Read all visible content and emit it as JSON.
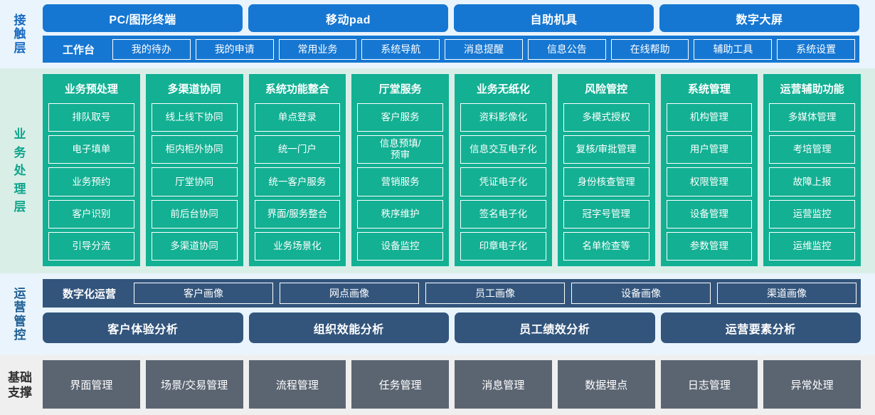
{
  "layers": {
    "contact": {
      "label": "接触层",
      "label_chars": [
        "接",
        "触",
        "层"
      ],
      "accent": "#1677d2",
      "background": "#e9f4fd",
      "channels": [
        "PC/图形终端",
        "移动pad",
        "自助机具",
        "数字大屏"
      ],
      "workbench_title": "工作台",
      "workbench_items": [
        "我的待办",
        "我的申请",
        "常用业务",
        "系统导航",
        "消息提醒",
        "信息公告",
        "在线帮助",
        "辅助工具",
        "系统设置"
      ]
    },
    "business": {
      "label": "业务处理层",
      "label_chars": [
        "业",
        "务",
        "处",
        "理",
        "层"
      ],
      "accent": "#13b093",
      "background": "#daeee8",
      "columns": [
        {
          "title": "业务预处理",
          "items": [
            "排队取号",
            "电子填单",
            "业务预约",
            "客户识别",
            "引导分流"
          ]
        },
        {
          "title": "多渠道协同",
          "items": [
            "线上线下协同",
            "柜内柜外协同",
            "厅堂协同",
            "前后台协同",
            "多渠道协同"
          ]
        },
        {
          "title": "系统功能整合",
          "items": [
            "单点登录",
            "统一门户",
            "统一客户服务",
            "界面/服务整合",
            "业务场景化"
          ]
        },
        {
          "title": "厅堂服务",
          "items": [
            "客户服务",
            "信息预填/\n预审",
            "营销服务",
            "秩序维护",
            "设备监控"
          ]
        },
        {
          "title": "业务无纸化",
          "items": [
            "资料影像化",
            "信息交互电子化",
            "凭证电子化",
            "签名电子化",
            "印章电子化"
          ]
        },
        {
          "title": "风险管控",
          "items": [
            "多模式授权",
            "复核/审批管理",
            "身份核查管理",
            "冠字号管理",
            "名单检查等"
          ]
        },
        {
          "title": "系统管理",
          "items": [
            "机构管理",
            "用户管理",
            "权限管理",
            "设备管理",
            "参数管理"
          ]
        },
        {
          "title": "运营辅助功能",
          "items": [
            "多媒体管理",
            "考培管理",
            "故障上报",
            "运营监控",
            "运维监控"
          ]
        }
      ]
    },
    "ops": {
      "label": "运营管控",
      "label_chars": [
        "运",
        "营",
        "管",
        "控"
      ],
      "accent": "#33557c",
      "background": "#e9f4fd",
      "digital_title": "数字化运营",
      "portrait_items": [
        "客户画像",
        "网点画像",
        "员工画像",
        "设备画像",
        "渠道画像"
      ],
      "analysis_items": [
        "客户体验分析",
        "组织效能分析",
        "员工绩效分析",
        "运营要素分析"
      ]
    },
    "base": {
      "label": "基础支撑",
      "label_chars": [
        "基础",
        "支撑"
      ],
      "accent": "#5b6572",
      "background": "#efefef",
      "items": [
        "界面管理",
        "场景/交易管理",
        "流程管理",
        "任务管理",
        "消息管理",
        "数据埋点",
        "日志管理",
        "异常处理"
      ]
    }
  }
}
